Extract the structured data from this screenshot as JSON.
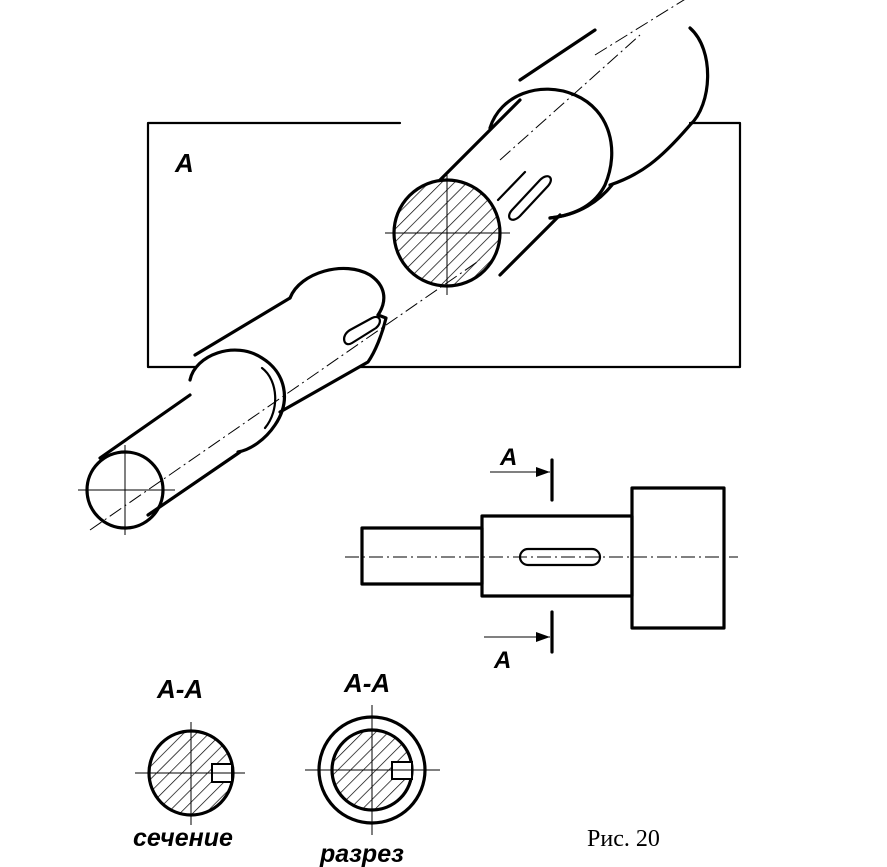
{
  "plane_label": "A",
  "arrow_top_label": "A",
  "arrow_bottom_label": "A",
  "section_left_title": "A-A",
  "section_right_title": "A-A",
  "section_left_caption": "сечение",
  "section_right_caption": "разрез",
  "figure_caption": "Рис. 20",
  "colors": {
    "ink": "#000000",
    "paper": "#ffffff"
  }
}
